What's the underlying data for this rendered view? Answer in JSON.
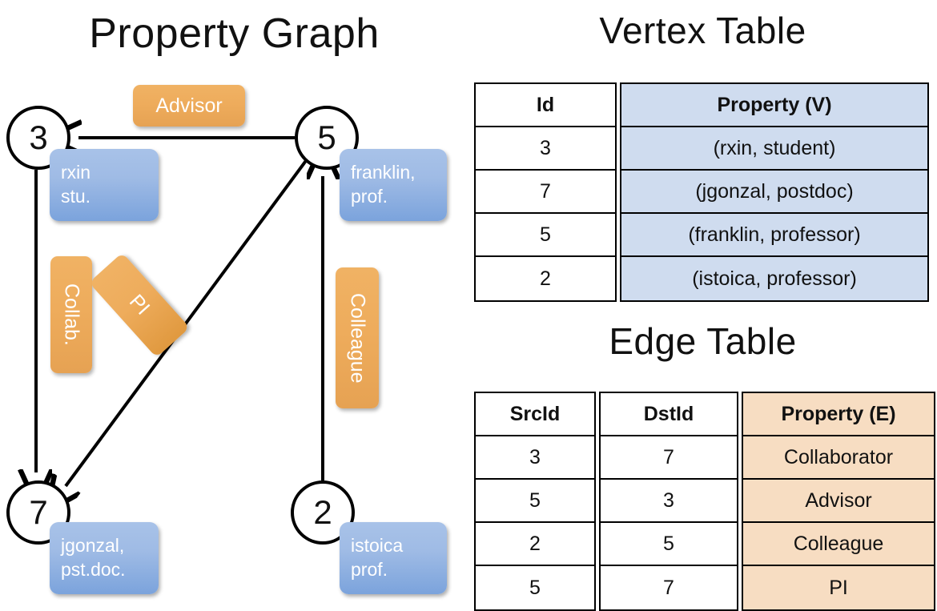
{
  "titles": {
    "property_graph": "Property Graph",
    "vertex_table": "Vertex Table",
    "edge_table": "Edge Table"
  },
  "graph": {
    "nodes": [
      {
        "id": "3",
        "label": "3",
        "property_lines": [
          "rxin",
          "stu."
        ]
      },
      {
        "id": "5",
        "label": "5",
        "property_lines": [
          "franklin,",
          "prof."
        ]
      },
      {
        "id": "7",
        "label": "7",
        "property_lines": [
          "jgonzal,",
          "pst.doc."
        ]
      },
      {
        "id": "2",
        "label": "2",
        "property_lines": [
          "istoica",
          "prof."
        ]
      }
    ],
    "node_properties": {
      "rxin": "rxin\nstu.",
      "franklin": "franklin,\nprof.",
      "jgonzal": "jgonzal,\npst.doc.",
      "istoica": "istoica\nprof."
    },
    "edges": [
      {
        "src": "5",
        "dst": "3",
        "label": "Advisor",
        "orientation": "horizontal"
      },
      {
        "src": "3",
        "dst": "7",
        "label": "Collab.",
        "orientation": "vertical"
      },
      {
        "src": "5",
        "dst": "7",
        "label": "PI",
        "orientation": "diagonal"
      },
      {
        "src": "2",
        "dst": "5",
        "label": "Colleague",
        "orientation": "vertical"
      }
    ]
  },
  "vertex_table": {
    "headers": [
      "Id",
      "Property (V)"
    ],
    "rows": [
      {
        "id": "3",
        "property": "(rxin, student)"
      },
      {
        "id": "7",
        "property": "(jgonzal, postdoc)"
      },
      {
        "id": "5",
        "property": "(franklin, professor)"
      },
      {
        "id": "2",
        "property": "(istoica, professor)"
      }
    ]
  },
  "edge_table": {
    "headers": [
      "SrcId",
      "DstId",
      "Property (E)"
    ],
    "rows": [
      {
        "src": "3",
        "dst": "7",
        "property": "Collaborator"
      },
      {
        "src": "5",
        "dst": "3",
        "property": "Advisor"
      },
      {
        "src": "2",
        "dst": "5",
        "property": "Colleague"
      },
      {
        "src": "5",
        "dst": "7",
        "property": "PI"
      }
    ]
  },
  "colors": {
    "vertex_property_fill": "#cfdcef",
    "edge_property_fill": "#f7ddc2",
    "node_box_blue": "#8fb0e0",
    "edge_label_orange": "#eeac5c",
    "stroke": "#000000",
    "background": "#ffffff"
  }
}
